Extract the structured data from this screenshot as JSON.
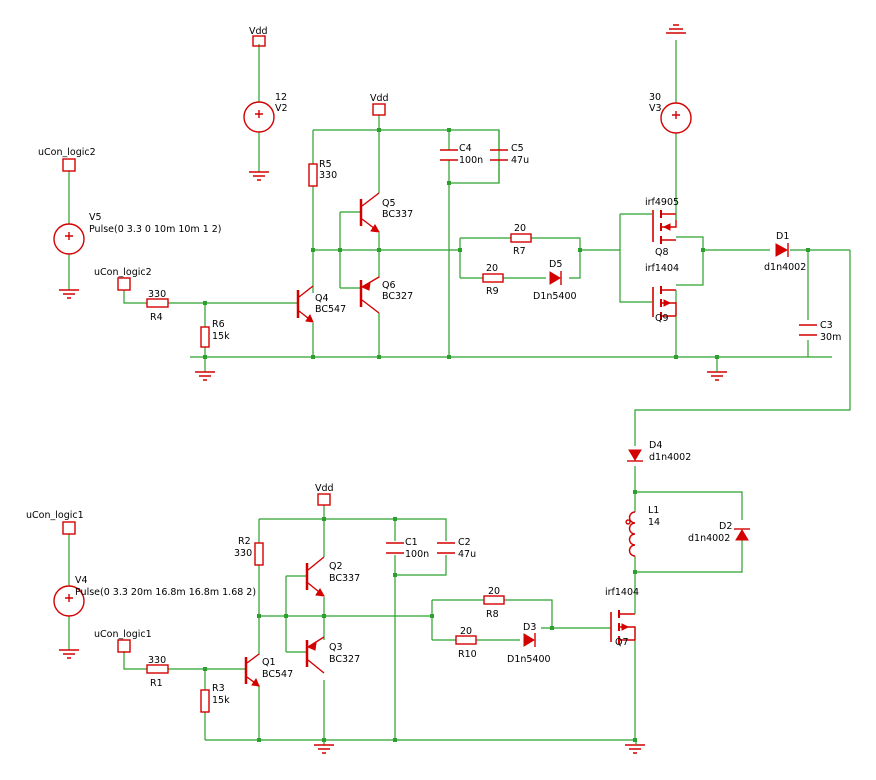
{
  "labels": {
    "vdd_top_v2": "Vdd",
    "v2_value": "12",
    "v2_name": "V2",
    "vdd_stage1": "Vdd",
    "v3_value": "30",
    "v3_name": "V3",
    "ucon2_net": "uCon_logic2",
    "v5_name": "V5",
    "v5_value": "Pulse(0 3.3 0 10m 10m 1 2)",
    "ucon2_in": "uCon_logic2",
    "r4_value": "330",
    "r4_name": "R4",
    "r5_name": "R5",
    "r5_value": "330",
    "r6_name": "R6",
    "r6_value": "15k",
    "q4_name": "Q4",
    "q4_type": "BC547",
    "q5_name": "Q5",
    "q5_type": "BC337",
    "q6_name": "Q6",
    "q6_type": "BC327",
    "c4_name": "C4",
    "c4_value": "100n",
    "c5_name": "C5",
    "c5_value": "47u",
    "r7_value": "20",
    "r7_name": "R7",
    "r9_value": "20",
    "r9_name": "R9",
    "d5_name": "D5",
    "d5_type": "D1n5400",
    "q8_type": "irf4905",
    "q8_name": "Q8",
    "q9_type": "irf1404",
    "q9_name": "Q9",
    "d1_name": "D1",
    "d1_type": "d1n4002",
    "c3_name": "C3",
    "c3_value": "30m",
    "d4_name": "D4",
    "d4_type": "d1n4002",
    "l1_name": "L1",
    "l1_value": "14",
    "d2_name": "D2",
    "d2_type": "d1n4002",
    "ucon1_net": "uCon_logic1",
    "v4_name": "V4",
    "v4_value": "Pulse(0 3.3 20m 16.8m 16.8m 1.68 2)",
    "vdd_stage2": "Vdd",
    "r2_name": "R2",
    "r2_value": "330",
    "q2_name": "Q2",
    "q2_type": "BC337",
    "q3_name": "Q3",
    "q3_type": "BC327",
    "c1_name": "C1",
    "c1_value": "100n",
    "c2_name": "C2",
    "c2_value": "47u",
    "r8_value": "20",
    "r8_name": "R8",
    "r10_value": "20",
    "r10_name": "R10",
    "d3_name": "D3",
    "d3_type": "D1n5400",
    "q7_type": "irf1404",
    "q7_name": "Q7",
    "ucon1_in": "uCon_logic1",
    "r1_value": "330",
    "r1_name": "R1",
    "q1_name": "Q1",
    "q1_type": "BC547",
    "r3_name": "R3",
    "r3_value": "15k"
  },
  "colors": {
    "wire": "#2ca02c",
    "component": "#d40000",
    "text": "#000000",
    "background": "#ffffff"
  }
}
